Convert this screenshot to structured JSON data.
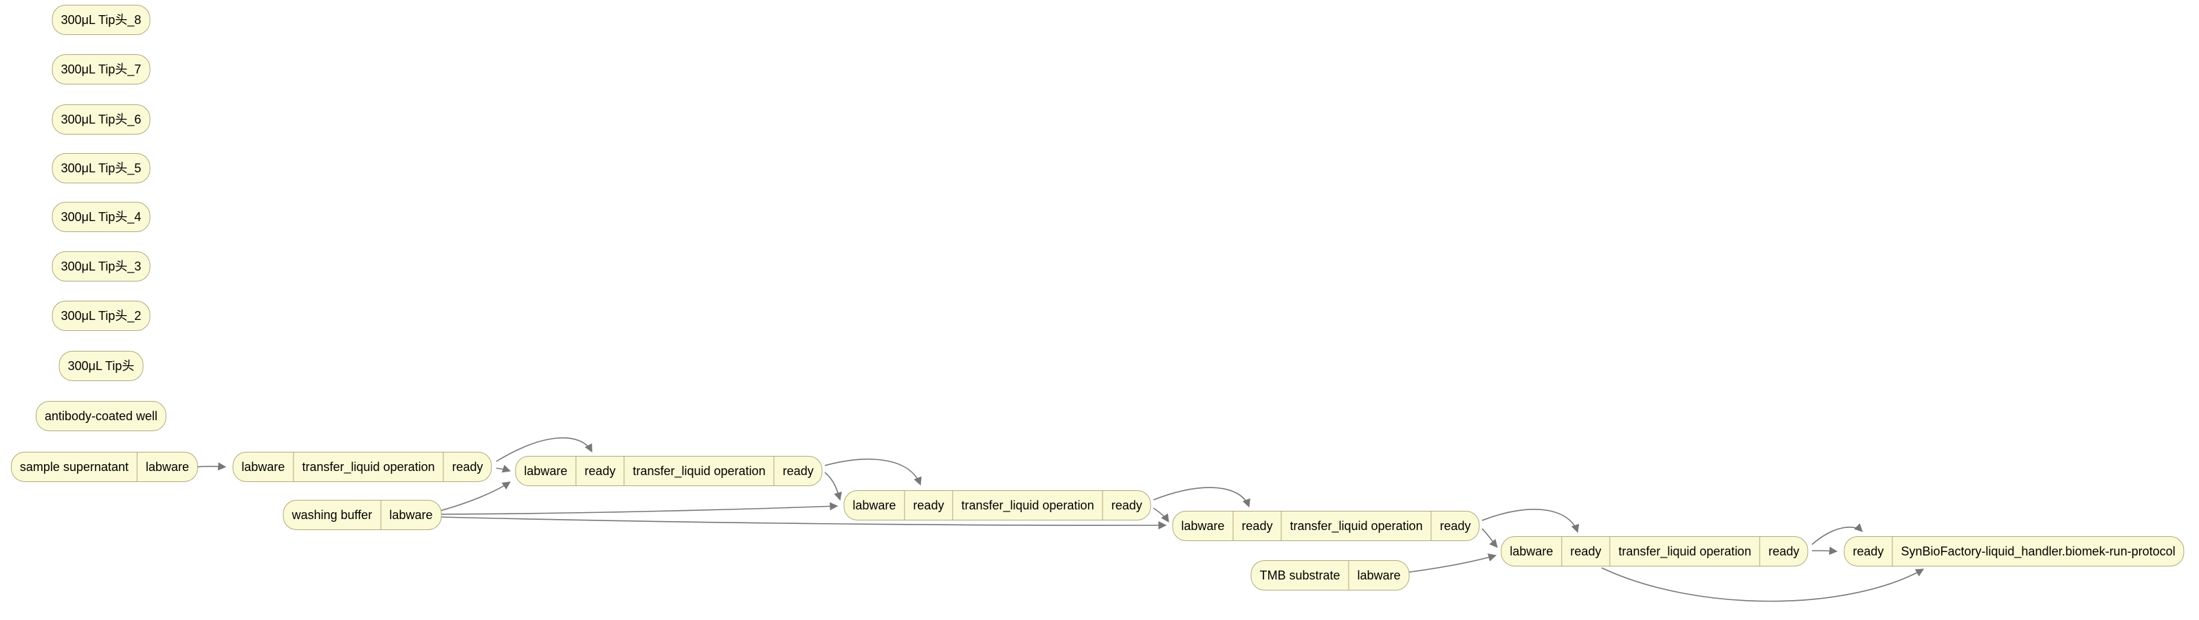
{
  "diagram": {
    "background": "#ffffff",
    "node_fill": "#fbfad6",
    "node_border": "#afa97f",
    "edge_color": "#777777",
    "text_color": "#000000",
    "type": "workflow-dependency-graph"
  },
  "nodes": {
    "tip8": {
      "label": "300μL Tip头_8"
    },
    "tip7": {
      "label": "300μL Tip头_7"
    },
    "tip6": {
      "label": "300μL Tip头_6"
    },
    "tip5": {
      "label": "300μL Tip头_5"
    },
    "tip4": {
      "label": "300μL Tip头_4"
    },
    "tip3": {
      "label": "300μL Tip头_3"
    },
    "tip2": {
      "label": "300μL Tip头_2"
    },
    "tip1": {
      "label": "300μL Tip头"
    },
    "antibody_well": {
      "label": "antibody-coated well"
    },
    "sample": {
      "cells": [
        "sample supernatant",
        "labware"
      ]
    },
    "op1": {
      "cells": [
        "labware",
        "transfer_liquid operation",
        "ready"
      ]
    },
    "op2": {
      "cells": [
        "labware",
        "ready",
        "transfer_liquid operation",
        "ready"
      ]
    },
    "washing_buffer": {
      "cells": [
        "washing buffer",
        "labware"
      ]
    },
    "op3": {
      "cells": [
        "labware",
        "ready",
        "transfer_liquid operation",
        "ready"
      ]
    },
    "op4": {
      "cells": [
        "labware",
        "ready",
        "transfer_liquid operation",
        "ready"
      ]
    },
    "op5": {
      "cells": [
        "labware",
        "ready",
        "transfer_liquid operation",
        "ready"
      ]
    },
    "tmb": {
      "cells": [
        "TMB substrate",
        "labware"
      ]
    },
    "protocol": {
      "cells": [
        "ready",
        "SynBioFactory-liquid_handler.biomek-run-protocol"
      ]
    }
  },
  "edges": [
    {
      "from": "sample",
      "to": "op1"
    },
    {
      "from": "op1",
      "to": "op2"
    },
    {
      "from": "op1",
      "to": "op2",
      "port": "ready"
    },
    {
      "from": "washing_buffer",
      "to": "op2"
    },
    {
      "from": "washing_buffer",
      "to": "op3"
    },
    {
      "from": "washing_buffer",
      "to": "op4"
    },
    {
      "from": "op2",
      "to": "op3"
    },
    {
      "from": "op2",
      "to": "op3",
      "port": "ready"
    },
    {
      "from": "op3",
      "to": "op4"
    },
    {
      "from": "op3",
      "to": "op4",
      "port": "ready"
    },
    {
      "from": "op4",
      "to": "op5"
    },
    {
      "from": "op4",
      "to": "op5",
      "port": "ready"
    },
    {
      "from": "tmb",
      "to": "op5"
    },
    {
      "from": "op5",
      "to": "protocol"
    },
    {
      "from": "op5",
      "to": "protocol",
      "port": "ready"
    },
    {
      "from": "op5",
      "to": "protocol",
      "port": "bottom"
    }
  ]
}
